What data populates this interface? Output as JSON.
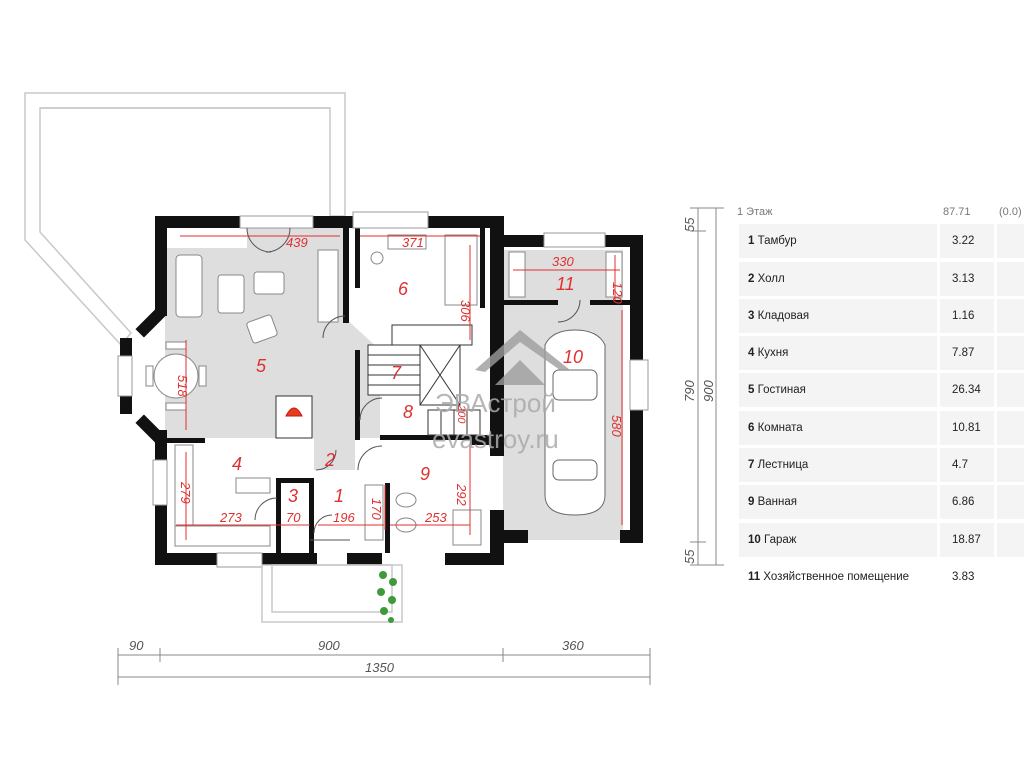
{
  "rooms": [
    {
      "num": "1",
      "name": "Тамбур",
      "area": "3.22"
    },
    {
      "num": "2",
      "name": "Холл",
      "area": "3.13"
    },
    {
      "num": "3",
      "name": "Кладовая",
      "area": "1.16"
    },
    {
      "num": "4",
      "name": "Кухня",
      "area": "7.87"
    },
    {
      "num": "5",
      "name": "Гостиная",
      "area": "26.34"
    },
    {
      "num": "6",
      "name": "Комната",
      "area": "10.81"
    },
    {
      "num": "7",
      "name": "Лестница",
      "area": "4.7"
    },
    {
      "num": "9",
      "name": "Ванная",
      "area": "6.86"
    },
    {
      "num": "10",
      "name": "Гараж",
      "area": "18.87"
    },
    {
      "num": "11",
      "name": "Хозяйственное помещение",
      "area": "3.83"
    }
  ],
  "floor": {
    "label": "1 Этаж",
    "total": "87.71",
    "extra": "(0.0)"
  },
  "plan_labels": {
    "r1": "1",
    "r2": "2",
    "r3": "3",
    "r4": "4",
    "r5": "5",
    "r6": "6",
    "r7": "7",
    "r8": "8",
    "r9": "9",
    "r10": "10",
    "r11": "11"
  },
  "room_dims": {
    "d439": "439",
    "d371": "371",
    "d330": "330",
    "d306": "306",
    "d120": "120",
    "d518": "518",
    "d279": "279",
    "d273": "273",
    "d70": "70",
    "d196": "196",
    "d170": "170",
    "d253": "253",
    "d292": "292",
    "d580": "580",
    "d200": "200"
  },
  "outer_dims": {
    "bottom_left": "90",
    "bottom_mid": "900",
    "bottom_right": "360",
    "bottom_total": "1350",
    "right_top": "55",
    "right_mid": "790",
    "right_total": "900",
    "right_bottom": "55"
  },
  "watermark": {
    "brand": "ЭВАстрой",
    "site": "evastroy.ru"
  }
}
